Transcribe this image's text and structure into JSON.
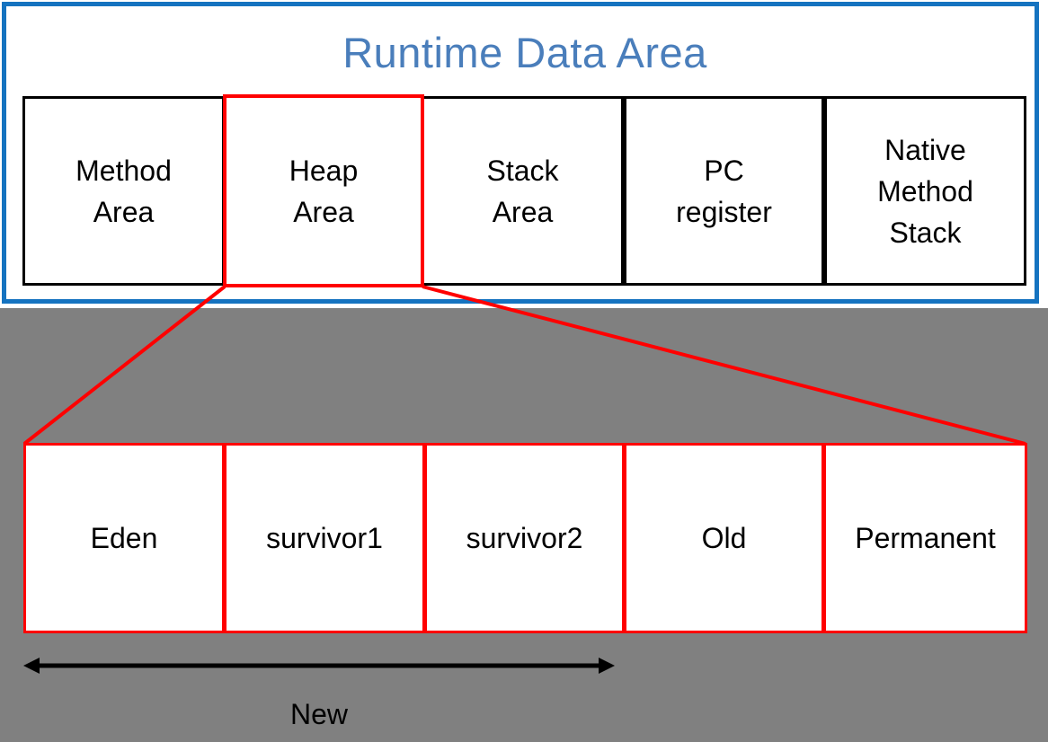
{
  "diagram": {
    "title": "Runtime Data Area",
    "title_color": "#4A7EBB",
    "panel_border_color": "#1573C0",
    "backdrop_color": "#808080",
    "highlight_color": "#FF0000",
    "outline_color": "#000000",
    "runtime_areas": [
      {
        "id": "method-area",
        "label": "Method\nArea",
        "highlighted": false
      },
      {
        "id": "heap-area",
        "label": "Heap\nArea",
        "highlighted": true
      },
      {
        "id": "stack-area",
        "label": "Stack\nArea",
        "highlighted": false
      },
      {
        "id": "pc-register",
        "label": "PC\nregister",
        "highlighted": false
      },
      {
        "id": "native-method",
        "label": "Native\nMethod\nStack",
        "highlighted": false
      }
    ],
    "heap_generations": [
      {
        "id": "eden",
        "label": "Eden",
        "span": "new"
      },
      {
        "id": "survivor1",
        "label": "survivor1",
        "span": "new"
      },
      {
        "id": "survivor2",
        "label": "survivor2",
        "span": "new"
      },
      {
        "id": "old",
        "label": "Old",
        "span": "old"
      },
      {
        "id": "permanent",
        "label": "Permanent",
        "span": "permanent"
      }
    ],
    "span_annotation": {
      "label": "New",
      "covers": [
        "Eden",
        "survivor1",
        "survivor2"
      ]
    }
  }
}
